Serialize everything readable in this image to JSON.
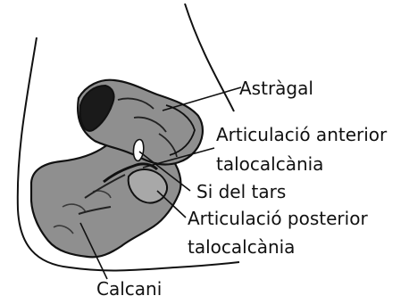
{
  "labels": {
    "astragal": "Astràgal",
    "articulacio_anterior_line1": "Articulació anterior",
    "articulacio_anterior_line2": "talocalcània",
    "si_del_tars": "Si del tars",
    "articulacio_posterior_line1": "Articulació posterior",
    "articulacio_posterior_line2": "talocalcània",
    "calcani": "Calcani"
  },
  "colors": {
    "bone_fill": "#8f8f8f",
    "bone_light": "#a8a8a8",
    "bone_dark": "#1a1a1a",
    "outline": "#111111",
    "background": "#ffffff"
  }
}
